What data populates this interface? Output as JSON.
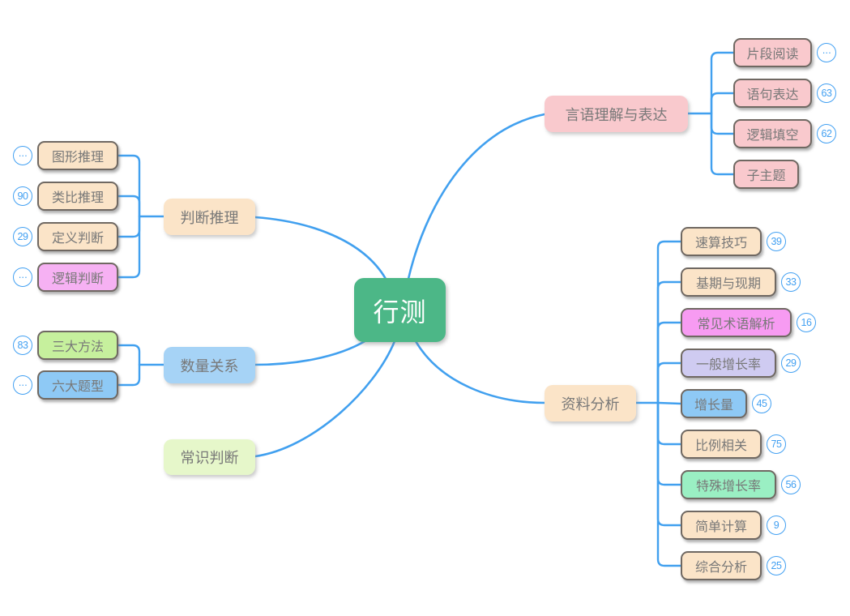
{
  "app": {
    "type": "mind-map"
  },
  "palette": {
    "center_green": "#4cb787",
    "pink": "#f9c9cd",
    "peach": "#fbe4c8",
    "magenta": "#f79bf2",
    "magenta_light": "#f6b1f3",
    "lavender": "#cfcbf1",
    "blue_parent": "#a6d3f6",
    "blue_child": "#8ec9f5",
    "green_child": "#c6f09d",
    "mint": "#9aefc3",
    "yellow_green": "#e6f7ca",
    "line_blue": "#41a0ef",
    "badge_blue": "#42a0f2",
    "text_gray": "#787878",
    "child_border": "#6f6862"
  },
  "center": {
    "label": "行测"
  },
  "branches": [
    {
      "label": "言语理解与表达",
      "children": [
        {
          "label": "片段阅读",
          "badge": "···"
        },
        {
          "label": "语句表达",
          "badge": "63"
        },
        {
          "label": "逻辑填空",
          "badge": "62"
        },
        {
          "label": "子主题",
          "badge": null
        }
      ]
    },
    {
      "label": "判断推理",
      "children": [
        {
          "label": "图形推理",
          "badge": "···"
        },
        {
          "label": "类比推理",
          "badge": "90"
        },
        {
          "label": "定义判断",
          "badge": "29"
        },
        {
          "label": "逻辑判断",
          "badge": "···"
        }
      ]
    },
    {
      "label": "数量关系",
      "children": [
        {
          "label": "三大方法",
          "badge": "83"
        },
        {
          "label": "六大题型",
          "badge": "···"
        }
      ]
    },
    {
      "label": "常识判断",
      "children": []
    },
    {
      "label": "资料分析",
      "children": [
        {
          "label": "速算技巧",
          "badge": "39"
        },
        {
          "label": "基期与现期",
          "badge": "33"
        },
        {
          "label": "常见术语解析",
          "badge": "16"
        },
        {
          "label": "一般增长率",
          "badge": "29"
        },
        {
          "label": "增长量",
          "badge": "45"
        },
        {
          "label": "比例相关",
          "badge": "75"
        },
        {
          "label": "特殊增长率",
          "badge": "56"
        },
        {
          "label": "简单计算",
          "badge": "9"
        },
        {
          "label": "综合分析",
          "badge": "25"
        }
      ]
    }
  ]
}
